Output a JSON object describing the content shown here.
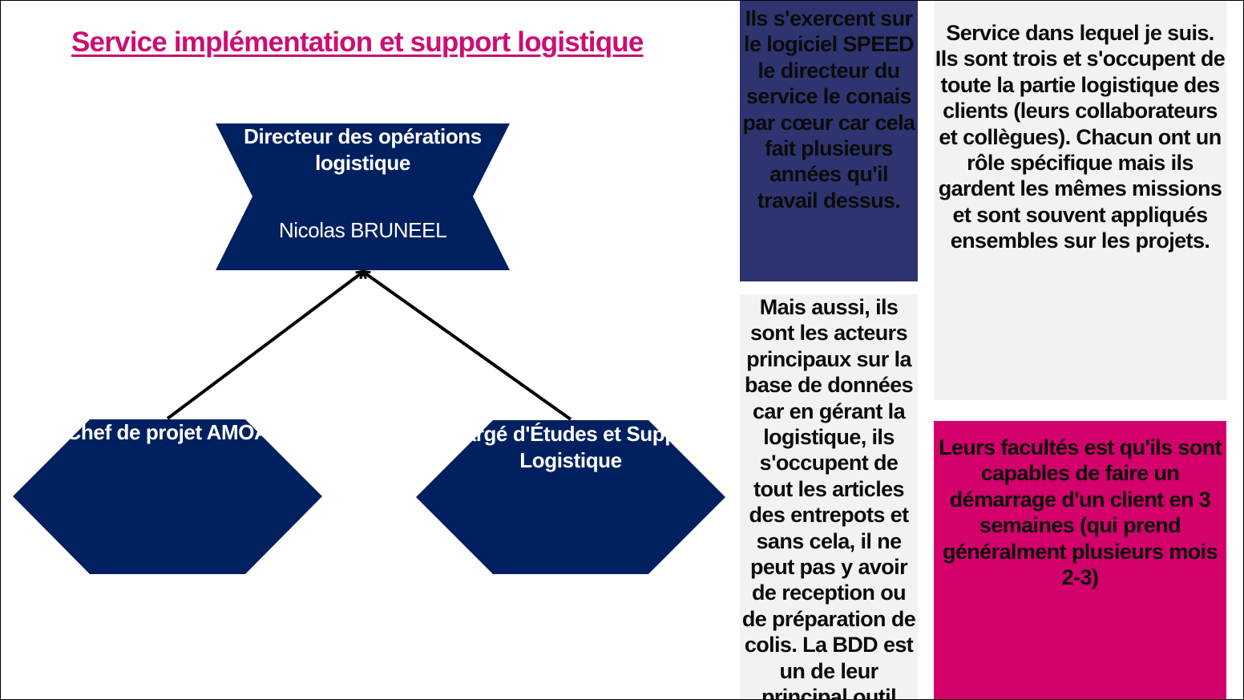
{
  "title": "Service implémentation et support logistique",
  "colors": {
    "title": "#cc0e73",
    "node_fill": "#002060",
    "node_text": "#ffffff",
    "speed_box": "#2e3470",
    "grey_box": "#f2f2f2",
    "pink_box": "#d4006b",
    "arrow": "#000000"
  },
  "org_chart": {
    "director": {
      "role": "Directeur des opérations logistique",
      "name": "Nicolas BRUNEEL"
    },
    "chef_projet": {
      "role": "Chef de projet AMOA"
    },
    "charge_etudes": {
      "role": "Chargé d'Études et Support Logistique"
    }
  },
  "notes": {
    "speed": "Ils s'exercent sur le logiciel SPEED le directeur du service le conais par cœur car cela fait plusieurs années qu'il travail dessus.",
    "bdd": "Mais aussi, ils sont les acteurs principaux sur la base de données car en gérant la logistique, ils s'occupent de tout les articles des entrepots et sans cela, il ne peut pas y avoir de reception ou de préparation de colis. La BDD est un de leur principal outil",
    "service": "Service dans lequel je suis. Ils sont trois et s'occupent de toute la partie logistique des clients (leurs collaborateurs et collègues). Chacun ont un rôle spécifique mais ils gardent les mêmes missions et sont souvent appliqués ensembles sur les projets.",
    "facultes": "Leurs facultés est qu'ils sont capables de faire un démarrage d'un client en 3 semaines (qui prend généralment plusieurs mois 2-3)"
  }
}
